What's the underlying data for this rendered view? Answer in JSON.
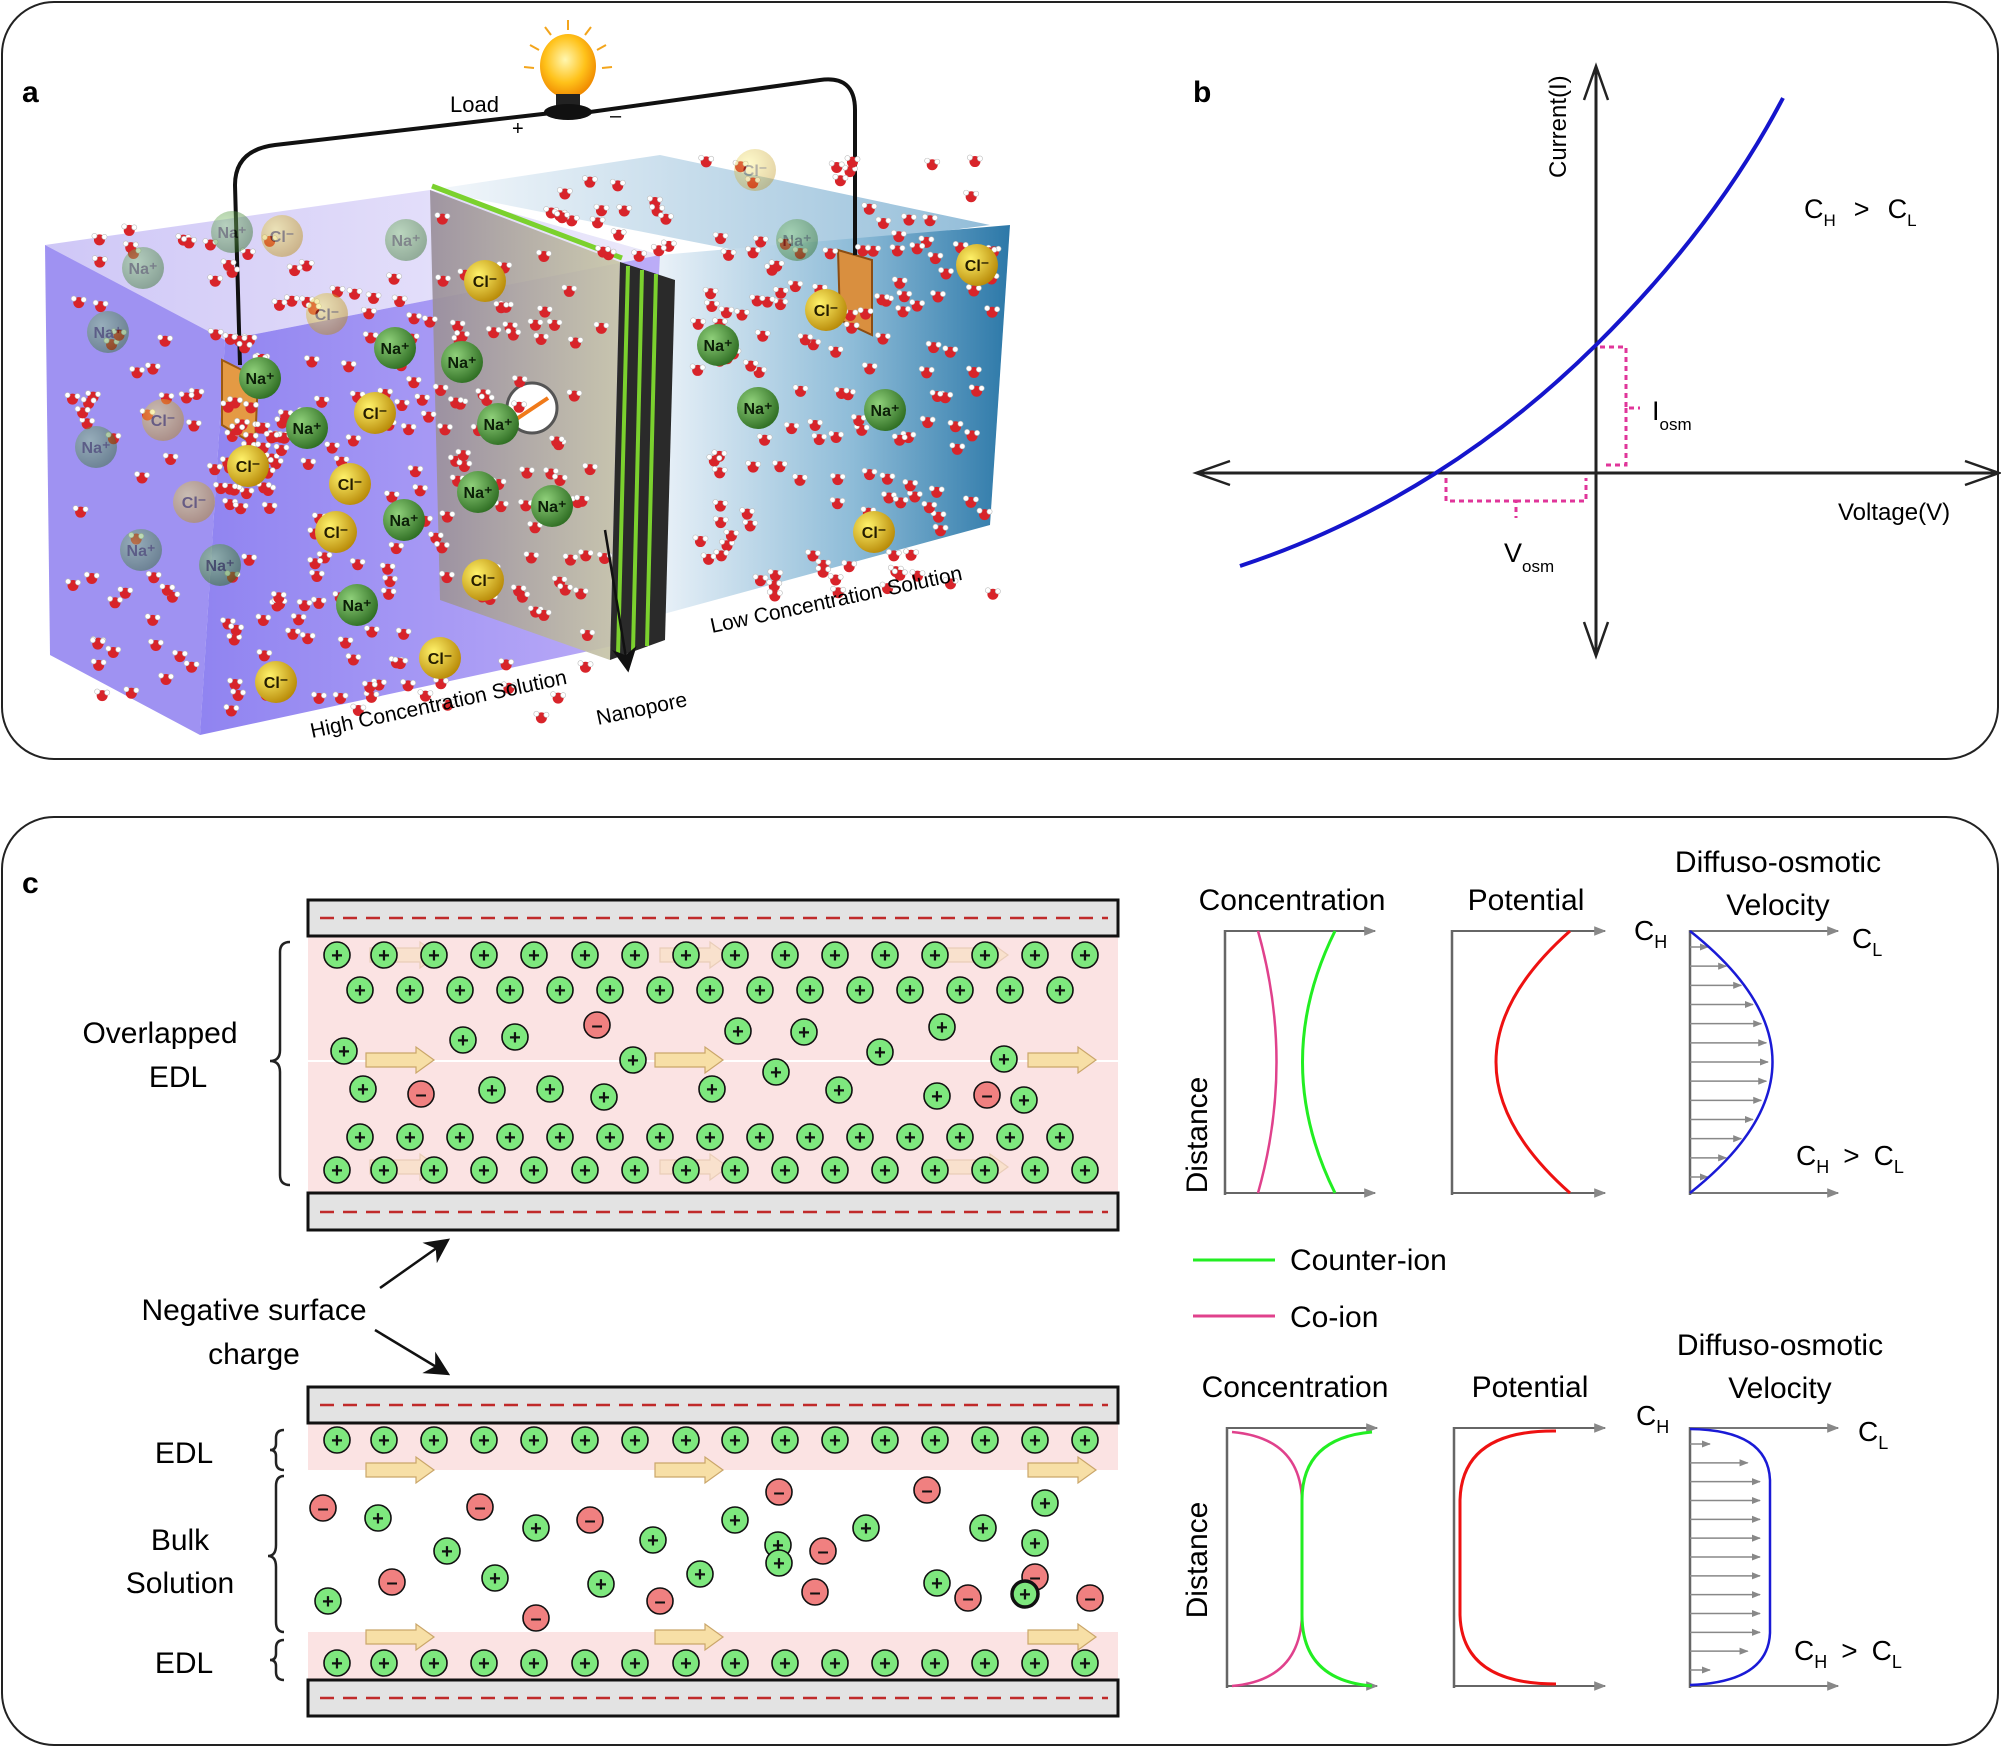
{
  "panel_a": {
    "label": "a",
    "load": "Load",
    "plus": "+",
    "minus": "–",
    "nanopore": "Nanopore",
    "high": "High Concentration Solution",
    "low": "Low Concentration Solution",
    "na": "Na⁺",
    "cl": "Cl⁻"
  },
  "panel_b": {
    "label": "b",
    "y_axis": "Current(I)",
    "x_axis": "Voltage(V)",
    "condition": {
      "c": "C",
      "h": "H",
      "gt": ">",
      "l": "L"
    },
    "iosm": {
      "main": "I",
      "sub": "osm"
    },
    "vosm": {
      "main": "V",
      "sub": "osm"
    }
  },
  "panel_c": {
    "label": "c",
    "overlapped_edl": [
      "Overlapped",
      "EDL"
    ],
    "negative_surface_charge": [
      "Negative surface",
      "charge"
    ],
    "edl": "EDL",
    "bulk_solution": [
      "Bulk",
      "Solution"
    ],
    "plus": "+",
    "minus": "–",
    "plots_top": {
      "concentration": "Concentration",
      "potential": "Potential",
      "velocity": [
        "Diffuso-osmotic",
        "Velocity"
      ],
      "distance": "Distance"
    },
    "plots_bottom": {
      "concentration": "Concentration",
      "potential": "Potential",
      "velocity": [
        "Diffuso-osmotic",
        "Velocity"
      ],
      "distance": "Distance"
    },
    "legend": {
      "counter_ion": "Counter-ion",
      "co_ion": "Co-ion"
    },
    "ch": {
      "c": "C",
      "sub": "H"
    },
    "cl": {
      "c": "C",
      "sub": "L"
    },
    "ch_gt_cl": {
      "c1": "C",
      "s1": "H",
      "gt": ">",
      "c2": "C",
      "s2": "L"
    }
  },
  "colors": {
    "counter_ion": "#22ee22",
    "co_ion": "#e0418c",
    "potential": "#ee1111",
    "iv_curve": "#1515cc",
    "dashed": "#e0359a",
    "edl_band": "#fce4e4",
    "wall": "#e3e3e3",
    "cation": "#7ee87e",
    "anion": "#f08080",
    "arrow_flow": "#f7dfa6"
  }
}
